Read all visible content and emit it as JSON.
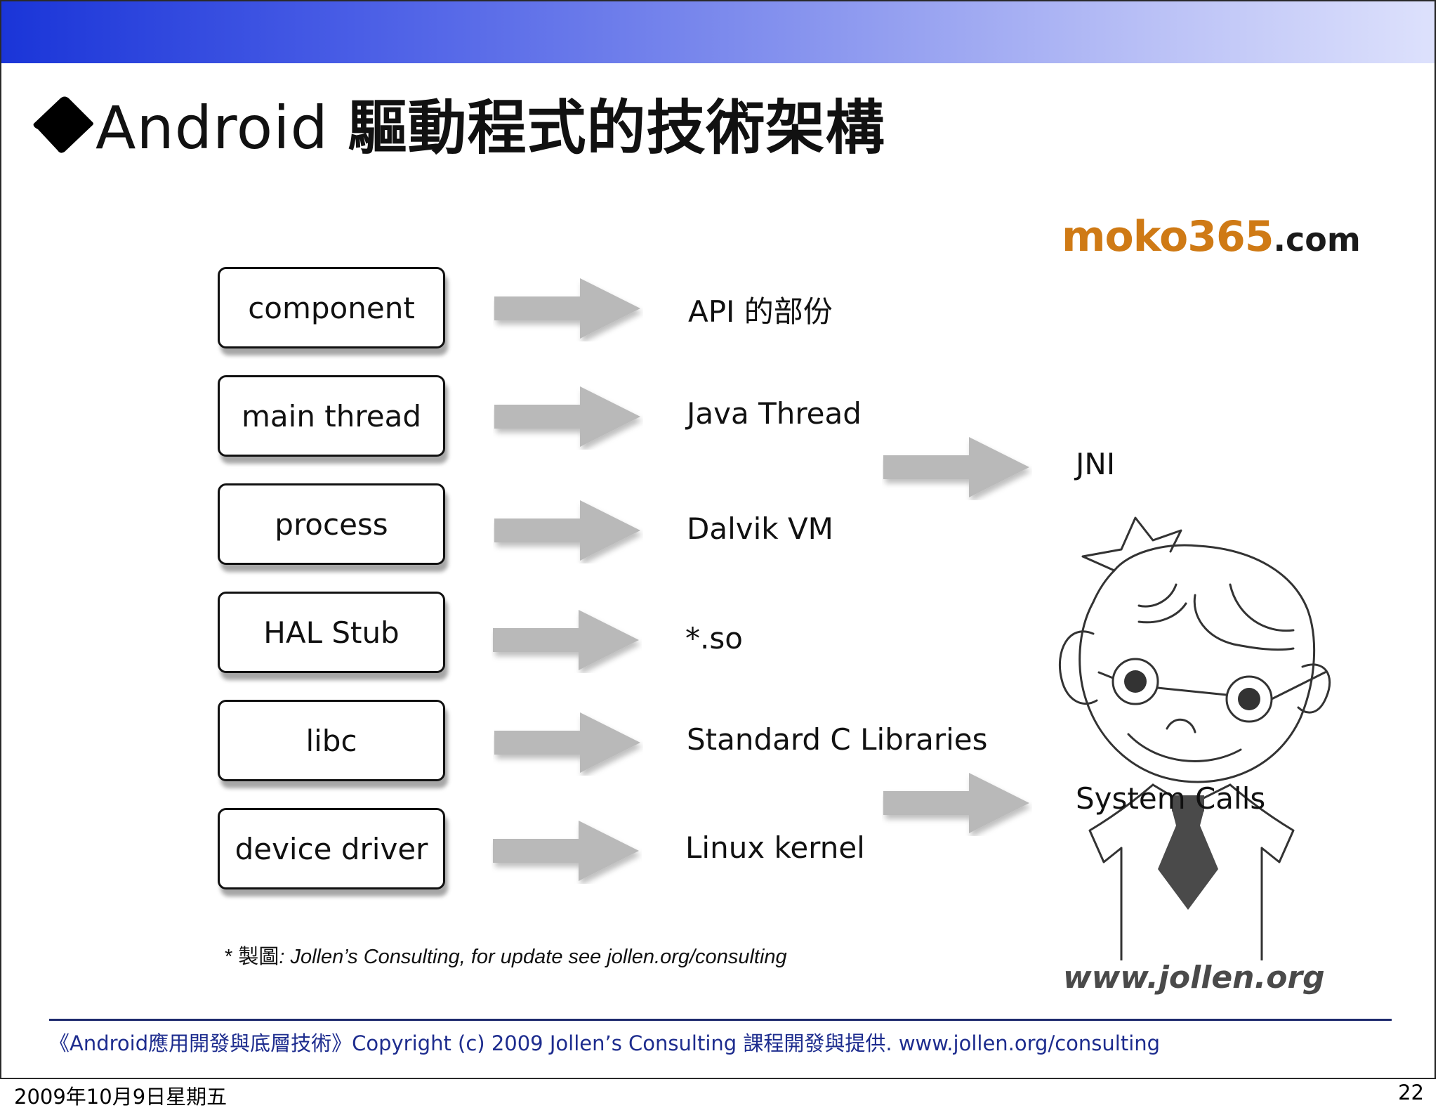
{
  "slide": {
    "title_latin": "Android",
    "title_cjk": "驅動程式的技術架構",
    "brand_main": "moko365",
    "brand_tld": ".com",
    "site_logo": "www.jollen.org",
    "credit_cjk": "* 製圖",
    "credit_rest": ": Jollen’s Consulting, for update see jollen.org/consulting",
    "footer": "《Android應用開發與底層技術》Copyright (c) 2009 Jollen’s Consulting 課程開發與提供. www.jollen.org/consulting"
  },
  "layers": [
    {
      "box": "component",
      "label": "API 的部份"
    },
    {
      "box": "main thread",
      "label": "Java Thread"
    },
    {
      "box": "process",
      "label": "Dalvik VM"
    },
    {
      "box": "HAL Stub",
      "label": "*.so"
    },
    {
      "box": "libc",
      "label": "Standard C Libraries"
    },
    {
      "box": "device driver",
      "label": "Linux kernel"
    }
  ],
  "bridges": [
    {
      "label": "JNI"
    },
    {
      "label": "System Calls"
    }
  ],
  "bottom_bar": {
    "date": "2009年10月9日星期五",
    "page": "22"
  },
  "colors": {
    "arrow_fill": "#b9b9b9",
    "brand_orange": "#cf7a15",
    "footer_blue": "#1d2c8e"
  }
}
